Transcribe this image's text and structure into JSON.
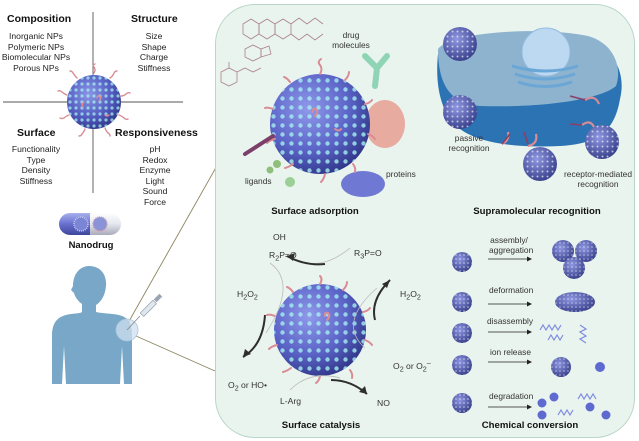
{
  "overview": {
    "composition": {
      "title": "Composition",
      "items": [
        "Inorganic NPs",
        "Polymeric NPs",
        "Biomolecular NPs",
        "Porous NPs"
      ]
    },
    "structure": {
      "title": "Structure",
      "items": [
        "Size",
        "Shape",
        "Charge",
        "Stiffness"
      ]
    },
    "surface": {
      "title": "Surface",
      "items": [
        "Functionality",
        "Type",
        "Density",
        "Stiffness"
      ]
    },
    "responsiveness": {
      "title": "Responsiveness",
      "items": [
        "pH",
        "Redox",
        "Enzyme",
        "Light",
        "Sound",
        "Force"
      ]
    },
    "nanodrug_label": "Nanodrug"
  },
  "surface_adsorption": {
    "title": "Surface adsorption",
    "labels": {
      "drug": "drug",
      "molecules": "molecules",
      "ligands": "ligands",
      "proteins": "proteins"
    }
  },
  "supramolecular_recognition": {
    "title": "Supramolecular  recognition",
    "labels": {
      "passive_1": "passive",
      "passive_2": "recognition",
      "receptor_1": "receptor-mediated",
      "receptor_2": "recognition"
    }
  },
  "surface_catalysis": {
    "title": "Surface catalysis",
    "labels": {
      "oh": "OH",
      "r2p_prefix": "R",
      "r2p_sub": "2",
      "r2p_suffix": "P=O",
      "r3p_prefix": "R",
      "r3p_sub": "3",
      "r3p_suffix": "P=O",
      "h2o2_a": "H",
      "h2o2_sub1": "2",
      "h2o2_b": "O",
      "h2o2_sub2": "2",
      "o2_a": "O",
      "o2_sub": "2",
      "o2_or_ho": " or HO•",
      "o2_or_o2": " or O",
      "superoxide_sub": "2",
      "superoxide_sup": "–",
      "l_arg": "L-Arg",
      "no": "NO"
    }
  },
  "chemical_conversion": {
    "title": "Chemical conversion",
    "steps": [
      {
        "label_1": "assembly/",
        "label_2": "aggregation"
      },
      {
        "label_1": "deformation"
      },
      {
        "label_1": "disassembly"
      },
      {
        "label_1": "ion release"
      },
      {
        "label_1": "degradation"
      }
    ]
  },
  "colors": {
    "panel_bg": "#eaf4ef",
    "panel_border": "#b9d6c9",
    "np_core": "#5a63c6",
    "np_bead": "#8fdbe0",
    "ligand": "#d98c95",
    "body": "#78a7c7",
    "cell_dark": "#2c73b3",
    "cell_light": "#8db3cf",
    "text": "#222222"
  }
}
